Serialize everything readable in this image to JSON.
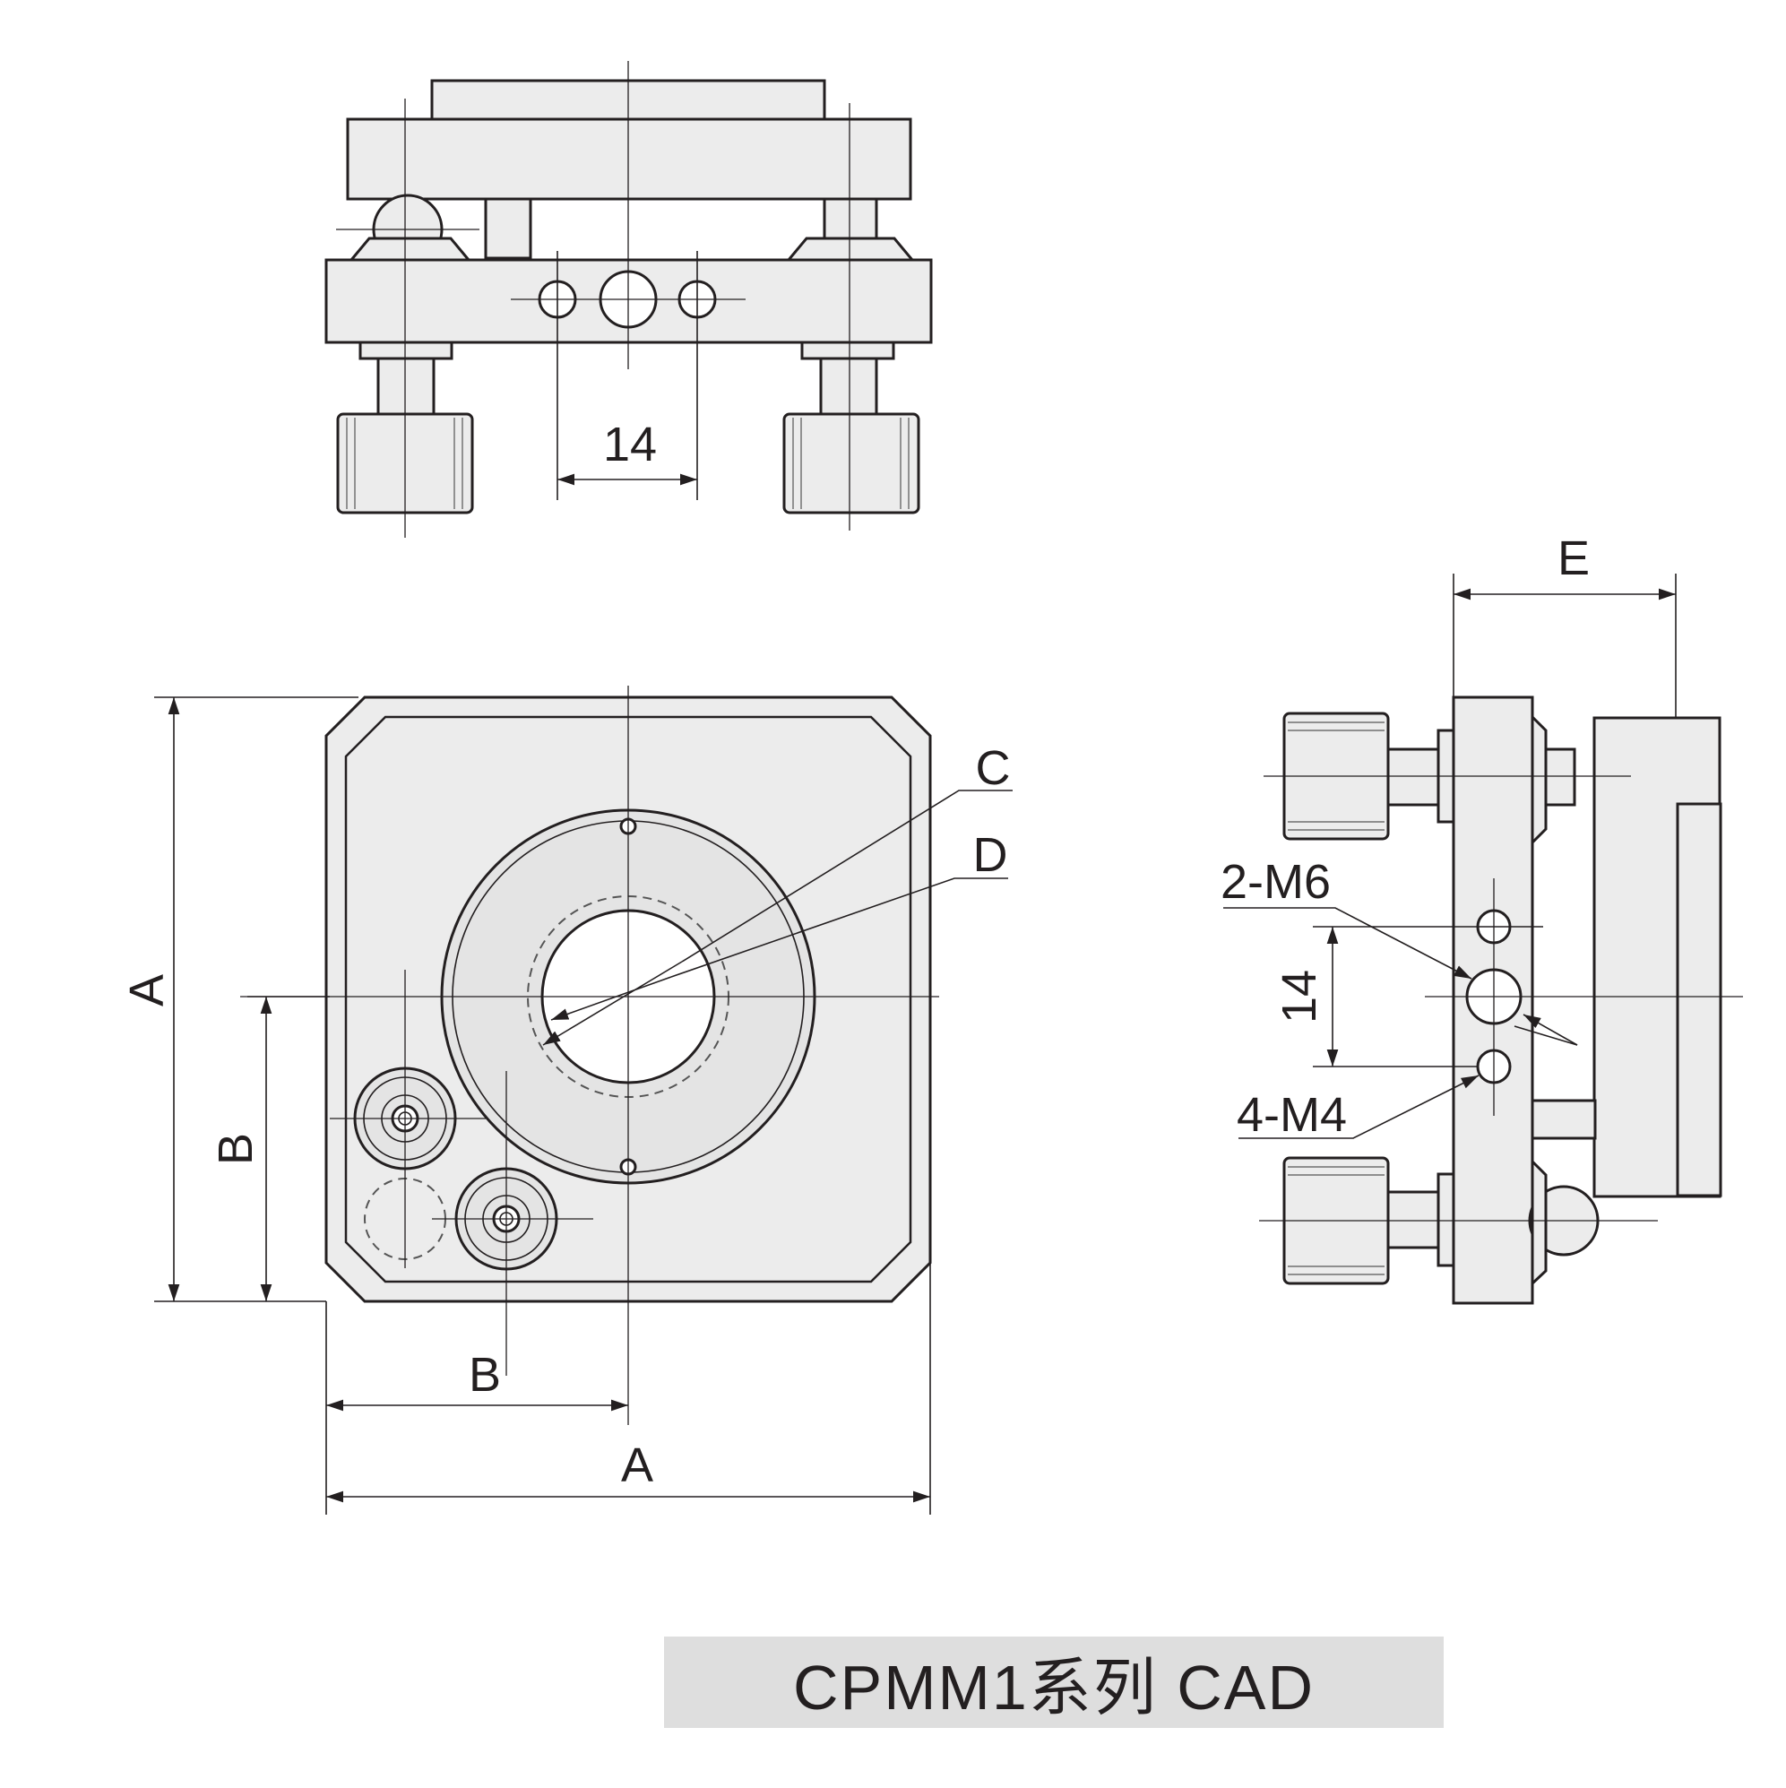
{
  "labels": {
    "top_pitch": "14",
    "side_pitch": "14",
    "dim_a_vertical": "A",
    "dim_a_horizontal": "A",
    "dim_b_vertical": "B",
    "dim_b_horizontal": "B",
    "dim_c": "C",
    "dim_d": "D",
    "dim_e": "E",
    "thread_m6": "2-M6",
    "thread_m4": "4-M4"
  },
  "caption": "CPMM1系列  CAD",
  "colors": {
    "line": "#231f20",
    "fill": "#ececec",
    "caption_bg": "#dedede"
  }
}
